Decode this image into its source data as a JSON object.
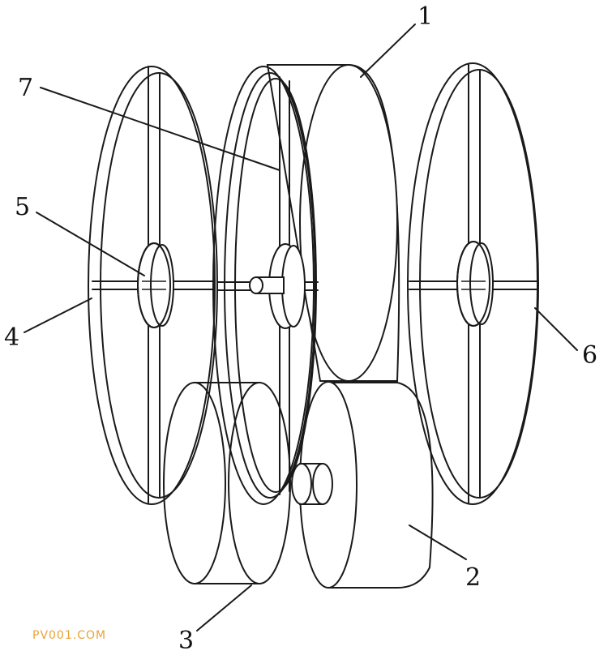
{
  "labels": {
    "n1": "1",
    "n2": "2",
    "n3": "3",
    "n4": "4",
    "n5": "5",
    "n6": "6",
    "n7": "7"
  },
  "watermark": "PV001.COM",
  "colors": {
    "line": "#1a1a1a",
    "watermark": "#e8a33a",
    "background": "#ffffff"
  }
}
